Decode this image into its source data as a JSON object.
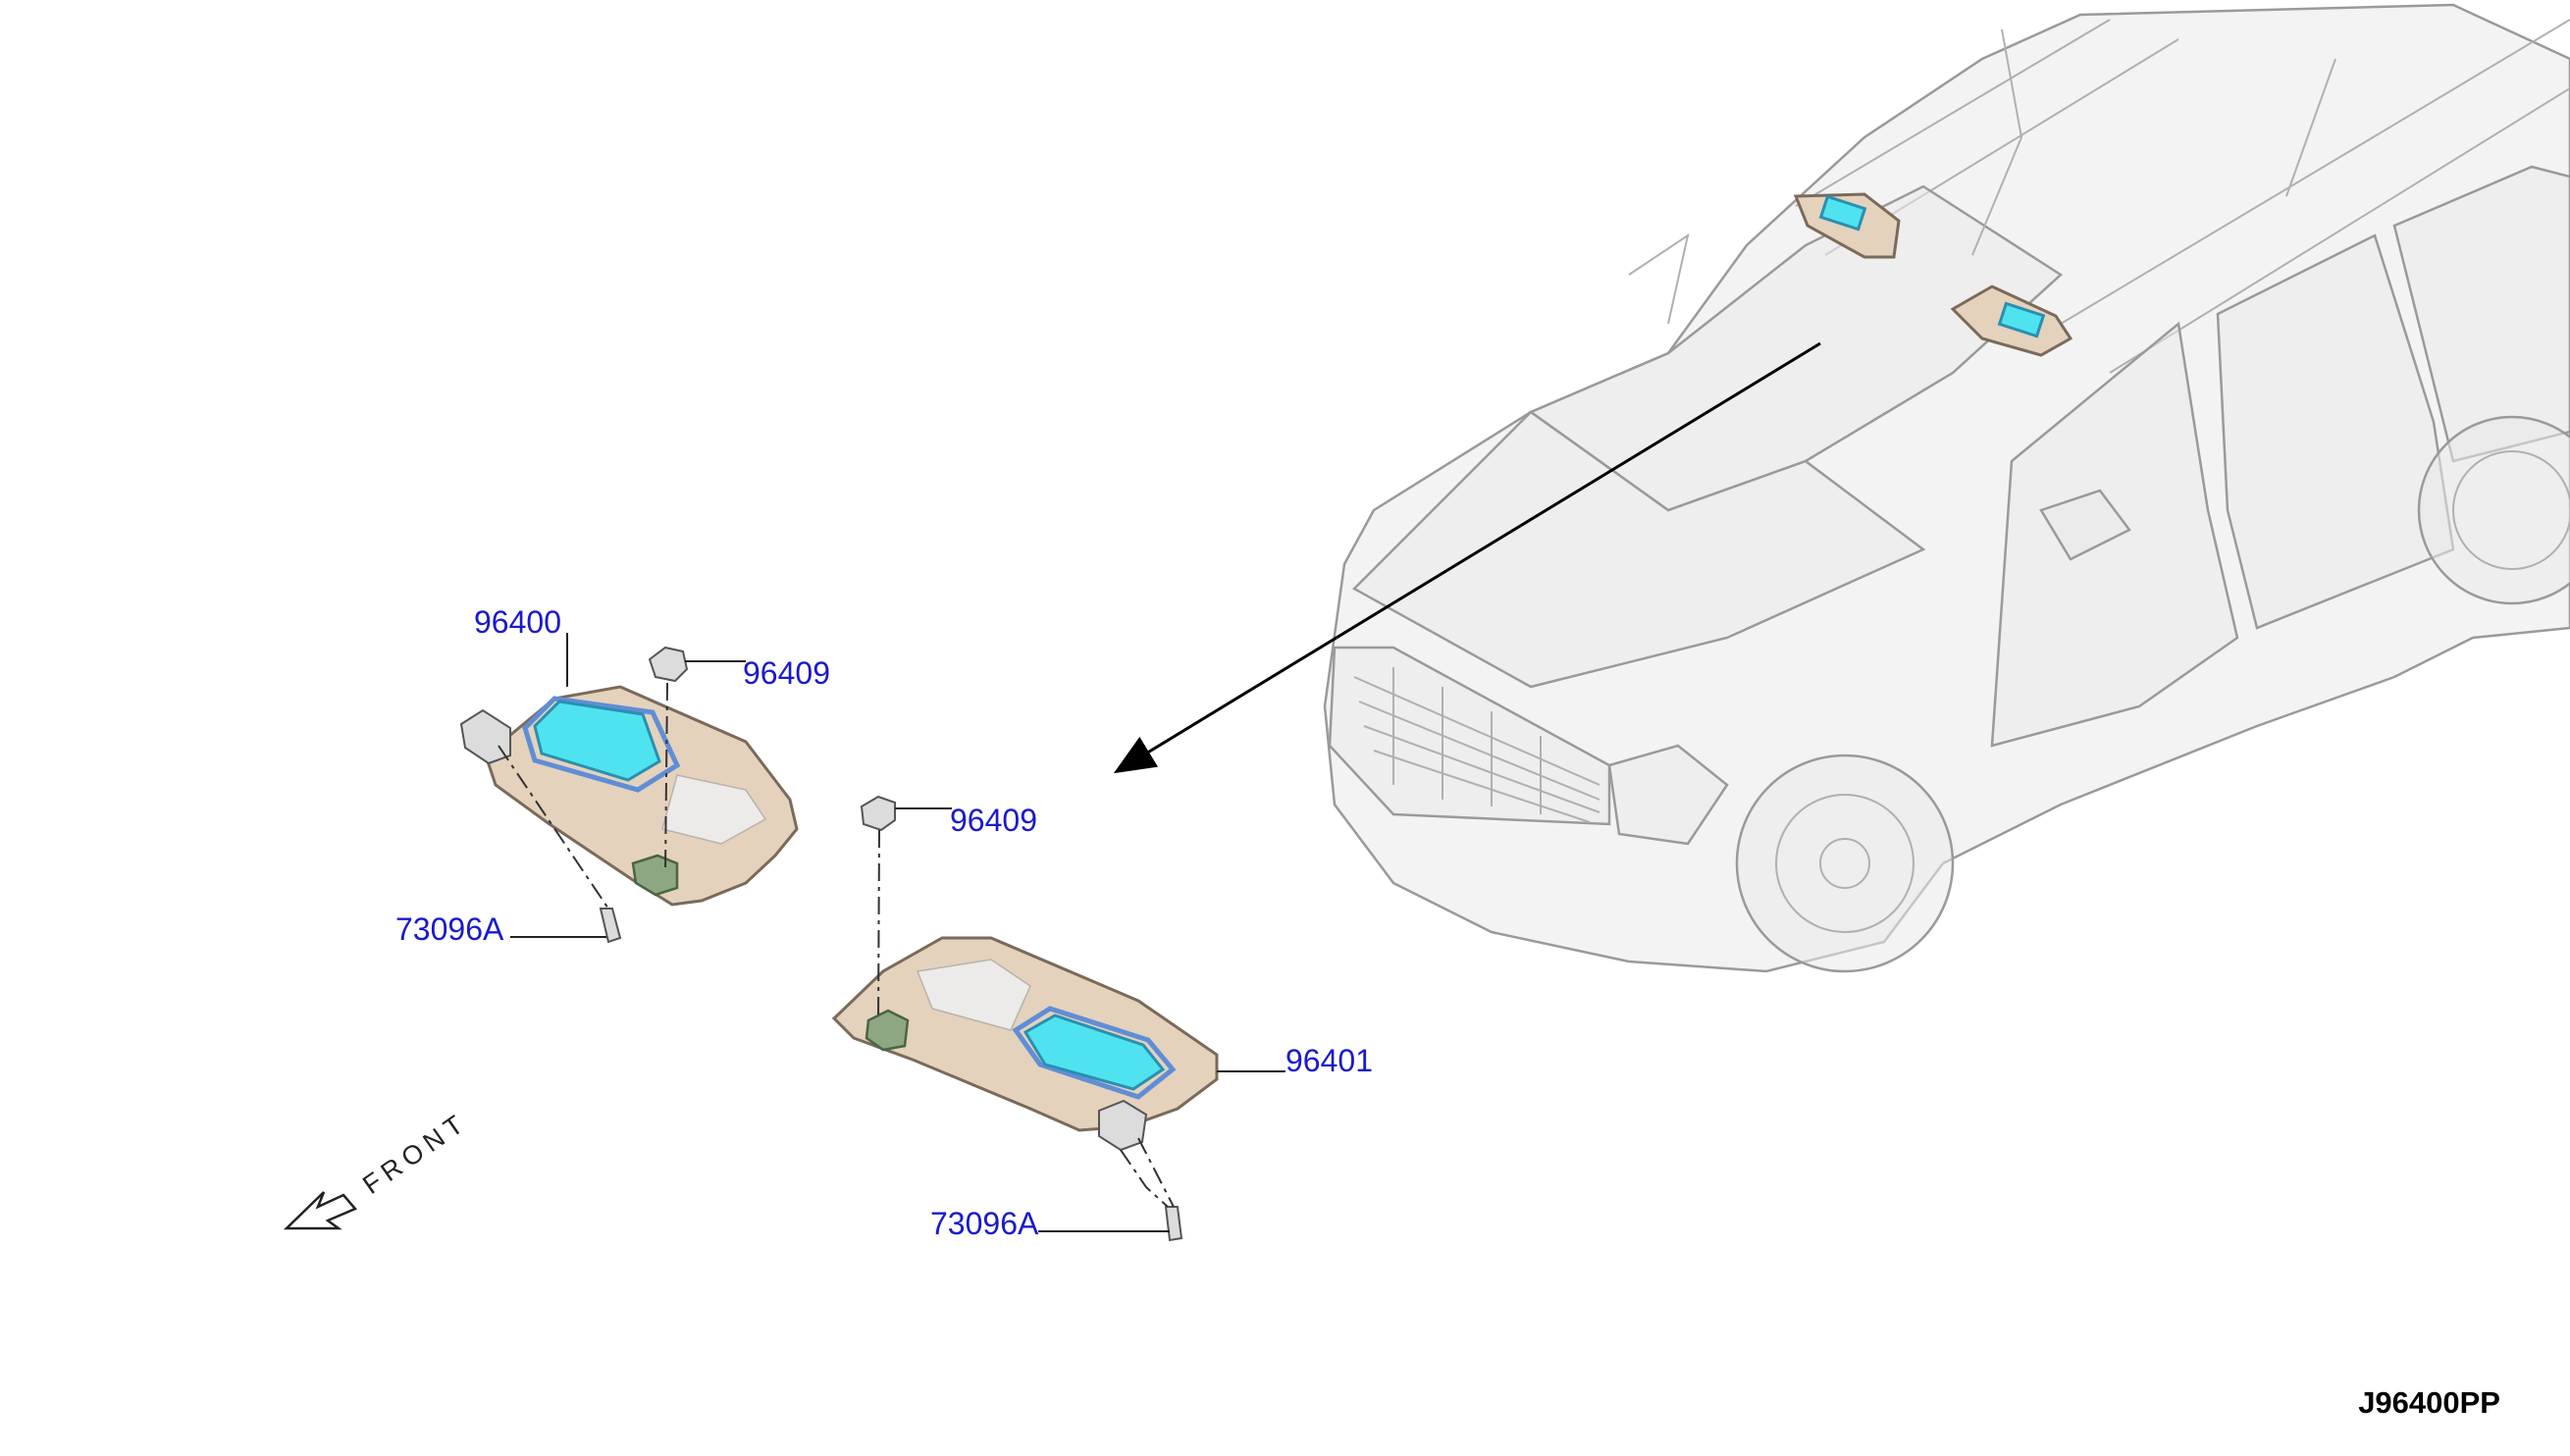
{
  "labels": {
    "visor_left": "96400",
    "holder_left": "96409",
    "holder_right": "96409",
    "screw_left": "73096A",
    "visor_right": "96401",
    "screw_right": "73096A"
  },
  "direction": "FRONT",
  "drawing_code": "J96400PP",
  "colors": {
    "label_text": "#1a1acc",
    "visor_body": "#e4d2bd",
    "mirror_glass": "#4fe3ef",
    "clip_green": "#8da783"
  }
}
